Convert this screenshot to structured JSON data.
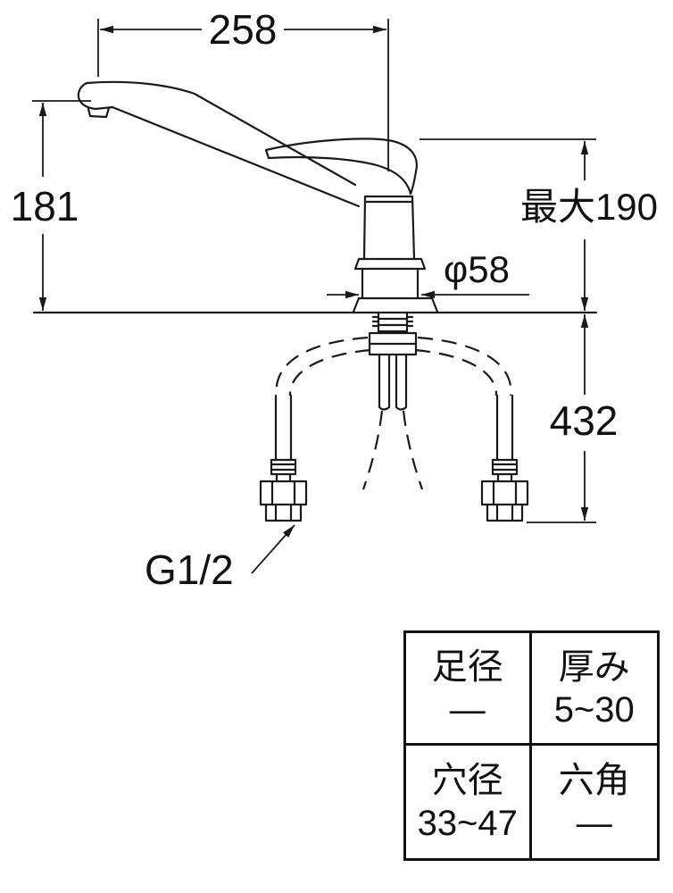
{
  "drawing": {
    "dim_top_width": "258",
    "dim_spout_height": "181",
    "dim_max_height": "最大190",
    "dim_base_diameter": "φ58",
    "dim_hose_length": "432",
    "label_connection_thread": "G1/2"
  },
  "spec_table": {
    "cells": [
      {
        "label": "足径",
        "value": "—"
      },
      {
        "label": "厚み",
        "value": "5~30"
      },
      {
        "label": "穴径",
        "value": "33~47"
      },
      {
        "label": "六角",
        "value": "—"
      }
    ]
  }
}
